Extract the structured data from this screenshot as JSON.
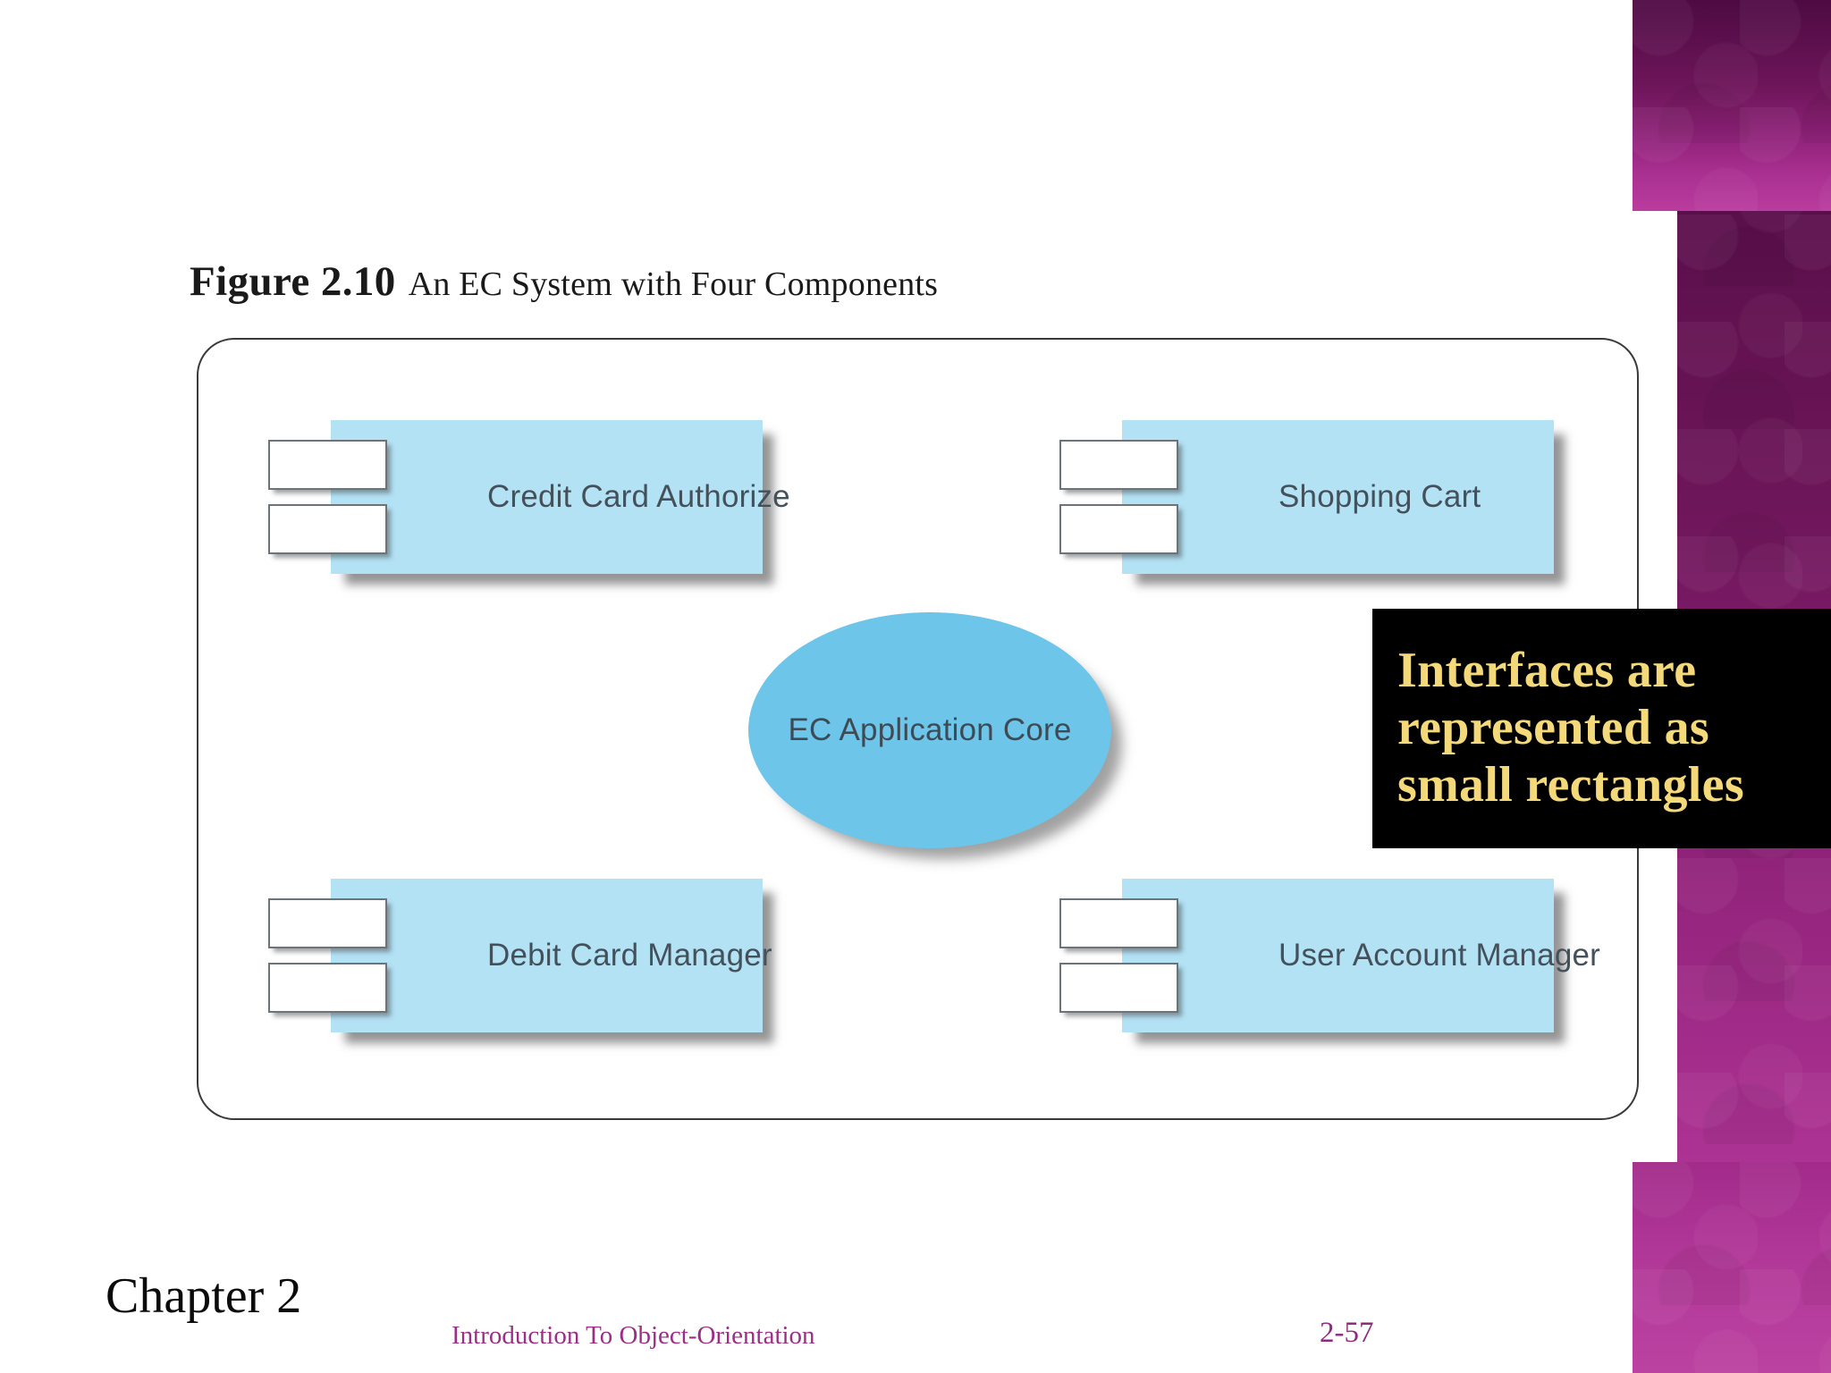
{
  "slide": {
    "figure": {
      "number_label": "Figure 2.10",
      "title": "An EC System with Four Components"
    },
    "diagram": {
      "type": "uml-component-diagram",
      "core": {
        "label": "EC Application Core",
        "shape": "ellipse",
        "color": "#6EC5EA"
      },
      "components": [
        {
          "label": "Credit Card Authorize",
          "interfaces": 2,
          "color": "#B3E2F5"
        },
        {
          "label": "Shopping Cart",
          "interfaces": 2,
          "color": "#B3E2F5"
        },
        {
          "label": "Debit Card Manager",
          "interfaces": 2,
          "color": "#B3E2F5"
        },
        {
          "label": "User Account Manager",
          "interfaces": 2,
          "color": "#B3E2F5"
        }
      ]
    },
    "callout": {
      "lines": [
        "Interfaces are",
        "represented as",
        "small rectangles"
      ],
      "text_color": "#F4D97A",
      "background_color": "#000000"
    },
    "footer": {
      "chapter": "Chapter 2",
      "course_title": "Introduction To Object-Orientation",
      "page_number": "2-57",
      "accent_color": "#9B2F86"
    },
    "decor": {
      "band_color_top": "#4E0A43",
      "band_color_bottom": "#BC42A2"
    }
  }
}
